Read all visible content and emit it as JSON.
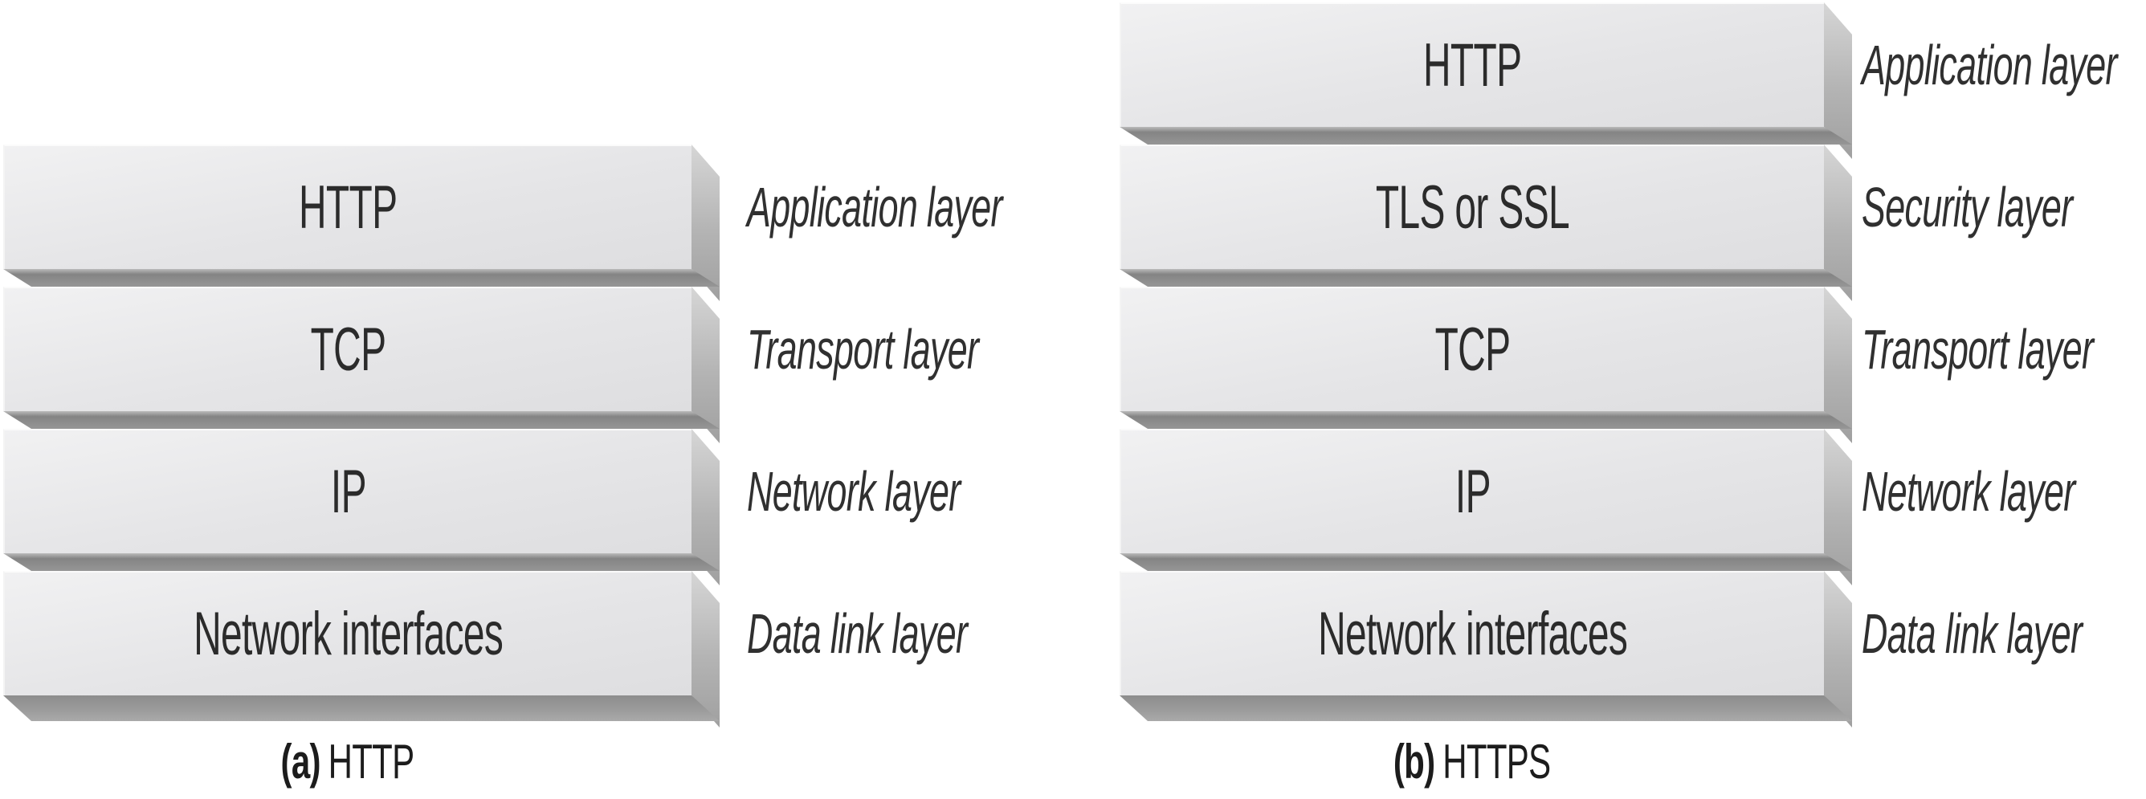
{
  "figure": {
    "description": "Protocol stack comparison of HTTP and HTTPS",
    "background_color": "#ffffff",
    "colors": {
      "box_fill": "#e5e5e7",
      "box_highlight": "#fbfbfb",
      "side_face": "#b4b4b4",
      "separator": "#848484",
      "bottom_edge": "#9c9c9c",
      "text": "#2b2b2b"
    },
    "diagrams": [
      {
        "id": "a",
        "caption_marker": "(a)",
        "caption_text": "HTTP",
        "layers": [
          {
            "protocol": "HTTP",
            "layer_label": "Application layer"
          },
          {
            "protocol": "TCP",
            "layer_label": "Transport layer"
          },
          {
            "protocol": "IP",
            "layer_label": "Network layer"
          },
          {
            "protocol": "Network interfaces",
            "layer_label": "Data link layer"
          }
        ]
      },
      {
        "id": "b",
        "caption_marker": "(b)",
        "caption_text": "HTTPS",
        "layers": [
          {
            "protocol": "HTTP",
            "layer_label": "Application layer"
          },
          {
            "protocol": "TLS or SSL",
            "layer_label": "Security layer"
          },
          {
            "protocol": "TCP",
            "layer_label": "Transport layer"
          },
          {
            "protocol": "IP",
            "layer_label": "Network layer"
          },
          {
            "protocol": "Network interfaces",
            "layer_label": "Data link layer"
          }
        ]
      }
    ]
  }
}
